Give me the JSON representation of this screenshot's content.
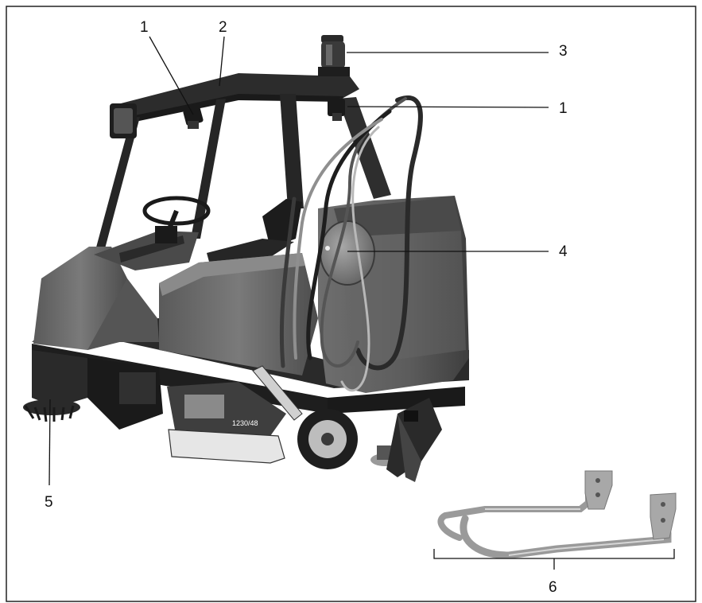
{
  "callouts": [
    {
      "id": "c1a",
      "label": "1"
    },
    {
      "id": "c2",
      "label": "2"
    },
    {
      "id": "c3",
      "label": "3"
    },
    {
      "id": "c1b",
      "label": "1"
    },
    {
      "id": "c4",
      "label": "4"
    },
    {
      "id": "c5",
      "label": "5"
    },
    {
      "id": "c6",
      "label": "6"
    }
  ],
  "plate_text": "1230/48",
  "colors": {
    "body": "#6b6b6b",
    "dark": "#3a3a3a",
    "black": "#1c1c1c",
    "roof": "#2e2e2e",
    "light": "#bdbdbd",
    "frame": "#222222"
  }
}
